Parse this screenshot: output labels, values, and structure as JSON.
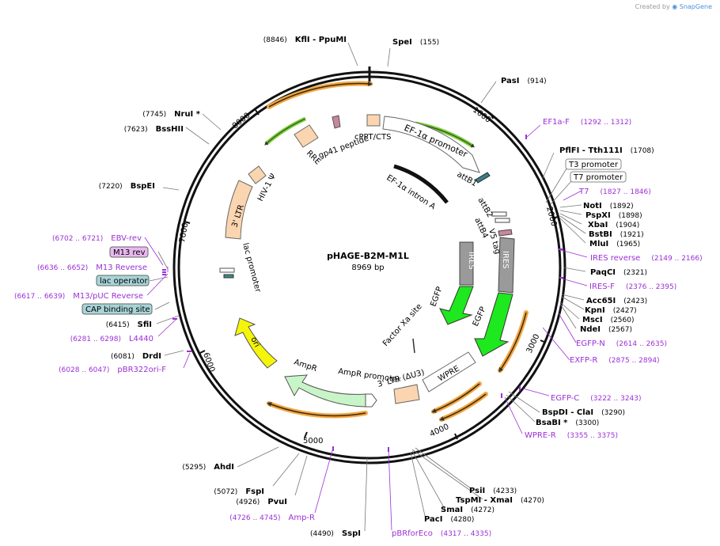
{
  "credit": {
    "prefix": "Created by",
    "brand": "SnapGene"
  },
  "plasmid": {
    "name": "pHAGE-B2M-M1L",
    "size_label": "8969 bp"
  },
  "ticks": [
    "1000",
    "2000",
    "3000",
    "4000",
    "5000",
    "6000",
    "7000",
    "8000"
  ],
  "sites": [
    {
      "name": "SpeI",
      "pos": "(155)"
    },
    {
      "name": "PasI",
      "pos": "(914)"
    },
    {
      "name": "PflFI  - Tth111I",
      "pos": "(1708)"
    },
    {
      "name": "NotI",
      "pos": "(1892)"
    },
    {
      "name": "PspXI",
      "pos": "(1898)"
    },
    {
      "name": "XbaI",
      "pos": "(1904)"
    },
    {
      "name": "BstBI",
      "pos": "(1921)"
    },
    {
      "name": "MluI",
      "pos": "(1965)"
    },
    {
      "name": "PaqCI",
      "pos": "(2321)"
    },
    {
      "name": "Acc65I",
      "pos": "(2423)"
    },
    {
      "name": "KpnI",
      "pos": "(2427)"
    },
    {
      "name": "MscI",
      "pos": "(2560)"
    },
    {
      "name": "NdeI",
      "pos": "(2567)"
    },
    {
      "name": "BspDI  - ClaI",
      "pos": "(3290)"
    },
    {
      "name": "BsaBI *",
      "pos": "(3300)"
    },
    {
      "name": "PsiI",
      "pos": "(4233)"
    },
    {
      "name": "TspMI  - XmaI",
      "pos": "(4270)"
    },
    {
      "name": "SmaI",
      "pos": "(4272)"
    },
    {
      "name": "PacI",
      "pos": "(4280)"
    },
    {
      "name": "SspI",
      "pos": "(4490)"
    },
    {
      "name": "PvuI",
      "pos": "(4926)"
    },
    {
      "name": "FspI",
      "pos": "(5072)"
    },
    {
      "name": "AhdI",
      "pos": "(5295)"
    },
    {
      "name": "DrdI",
      "pos": "(6081)"
    },
    {
      "name": "SfiI",
      "pos": "(6415)"
    },
    {
      "name": "BspEI",
      "pos": "(7220)"
    },
    {
      "name": "BssHII",
      "pos": "(7623)"
    },
    {
      "name": "NruI *",
      "pos": "(7745)"
    },
    {
      "name": "KflI  - PpuMI",
      "pos": "(8846)"
    }
  ],
  "primers": [
    {
      "name": "EF1a-F",
      "range": "(1292 .. 1312)"
    },
    {
      "name": "T7",
      "range": "(1827 .. 1846)"
    },
    {
      "name": "IRES reverse",
      "range": "(2149 .. 2166)"
    },
    {
      "name": "IRES-F",
      "range": "(2376 .. 2395)"
    },
    {
      "name": "EGFP-N",
      "range": "(2614 .. 2635)"
    },
    {
      "name": "EXFP-R",
      "range": "(2875 .. 2894)"
    },
    {
      "name": "EGFP-C",
      "range": "(3222 .. 3243)"
    },
    {
      "name": "WPRE-R",
      "range": "(3355 .. 3375)"
    },
    {
      "name": "pBRforEco",
      "range": "(4317 .. 4335)"
    },
    {
      "name": "Amp-R",
      "range": "(4726 .. 4745)"
    },
    {
      "name": "pBR322ori-F",
      "range": "(6028 .. 6047)"
    },
    {
      "name": "L4440",
      "range": "(6281 .. 6298)"
    },
    {
      "name": "M13/pUC Reverse",
      "range": "(6617 .. 6639)"
    },
    {
      "name": "M13 Reverse",
      "range": "(6636 .. 6652)"
    },
    {
      "name": "EBV-rev",
      "range": "(6702 .. 6721)"
    }
  ],
  "boxed_labels": [
    "T3 promoter",
    "T7 promoter",
    "M13 rev",
    "lac operator",
    "CAP binding site"
  ],
  "features": {
    "ef1a_promoter": "EF-1α promoter",
    "ef1a_intron": "EF-1α intron A",
    "cppt": "cPPT/CTS",
    "gp41": "gp41 peptide",
    "rre": "RRE",
    "hiv_psi": "HIV-1 Ψ",
    "ltr5": "3' LTR",
    "lac_promoter": "lac promoter",
    "attb1": "attB1",
    "attb2": "attB2",
    "attb4": "attB4",
    "v5": "V5 tag",
    "ires_inner": "IRES",
    "ires_outer": "IRES",
    "egfp_inner": "EGFP",
    "egfp_outer": "EGFP",
    "factor_xa": "Factor Xa site",
    "wpre": "WPRE",
    "ltr3": "3' LTR (ΔU3)",
    "ampr_promoter": "AmpR promoter",
    "ampr": "AmpR",
    "ori": "ori"
  },
  "colors": {
    "primer": "#9b30d6",
    "orf": "#f2a640",
    "promoter_arrow": "#7ecb3e",
    "egfp": "#1ee81e",
    "ori": "#f5f50a",
    "ampr": "#c8f5c8",
    "ltr": "#fbd5b0",
    "ires": "#9a9a9a",
    "boxed_purple": "#e8b8f0",
    "boxed_blue": "#a8d4d8"
  }
}
